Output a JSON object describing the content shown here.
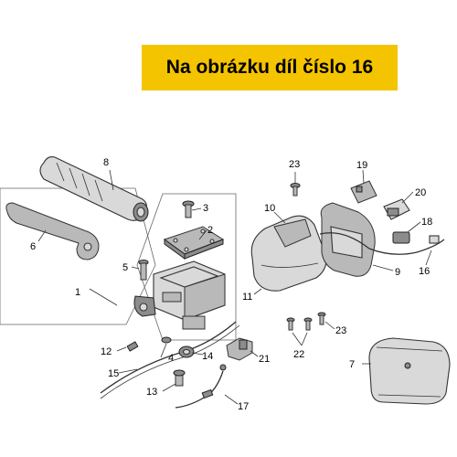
{
  "banner": {
    "title": "Na obrázku díl číslo 16",
    "color": "#f5c400"
  },
  "callouts": {
    "c1": "1",
    "c2": "2",
    "c3": "3",
    "c4": "4",
    "c5": "5",
    "c6": "6",
    "c7": "7",
    "c8": "8",
    "c9": "9",
    "c10": "10",
    "c11": "11",
    "c12": "12",
    "c13": "13",
    "c14": "14",
    "c15": "15",
    "c16": "16",
    "c17": "17",
    "c18": "18",
    "c19": "19",
    "c20": "20",
    "c21": "21",
    "c22": "22",
    "c23a": "23",
    "c23b": "23"
  }
}
